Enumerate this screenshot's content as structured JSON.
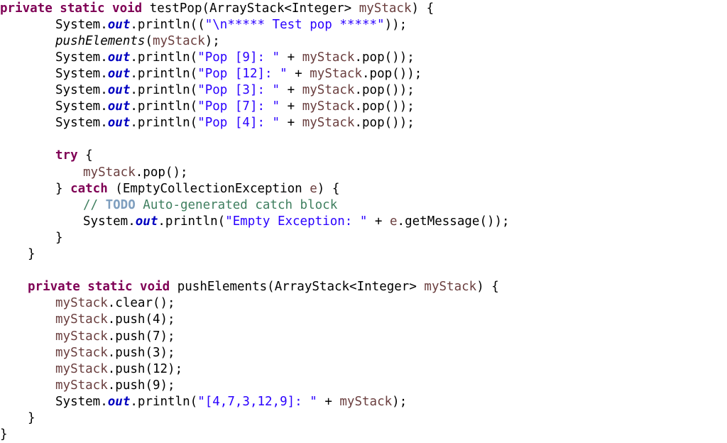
{
  "editor": {
    "lines": [
      {
        "indent": 0,
        "tokens": [
          {
            "t": "private static void",
            "c": "kw"
          },
          {
            "t": " testPop(ArrayStack<Integer> "
          },
          {
            "t": "myStack",
            "c": "var"
          },
          {
            "t": ") {"
          }
        ]
      },
      {
        "indent": 4,
        "tokens": [
          {
            "t": "System."
          },
          {
            "t": "out",
            "c": "fld"
          },
          {
            "t": ".println(("
          },
          {
            "t": "\"\\n***** Test pop *****\"",
            "c": "str"
          },
          {
            "t": "));"
          }
        ]
      },
      {
        "indent": 4,
        "tokens": [
          {
            "t": "pushElements",
            "c": "itl"
          },
          {
            "t": "("
          },
          {
            "t": "myStack",
            "c": "var"
          },
          {
            "t": ");"
          }
        ]
      },
      {
        "indent": 4,
        "tokens": [
          {
            "t": "System."
          },
          {
            "t": "out",
            "c": "fld"
          },
          {
            "t": ".println("
          },
          {
            "t": "\"Pop [9]: \"",
            "c": "str"
          },
          {
            "t": " + "
          },
          {
            "t": "myStack",
            "c": "var"
          },
          {
            "t": ".pop());"
          }
        ]
      },
      {
        "indent": 4,
        "tokens": [
          {
            "t": "System."
          },
          {
            "t": "out",
            "c": "fld"
          },
          {
            "t": ".println("
          },
          {
            "t": "\"Pop [12]: \"",
            "c": "str"
          },
          {
            "t": " + "
          },
          {
            "t": "myStack",
            "c": "var"
          },
          {
            "t": ".pop());"
          }
        ]
      },
      {
        "indent": 4,
        "tokens": [
          {
            "t": "System."
          },
          {
            "t": "out",
            "c": "fld"
          },
          {
            "t": ".println("
          },
          {
            "t": "\"Pop [3]: \"",
            "c": "str"
          },
          {
            "t": " + "
          },
          {
            "t": "myStack",
            "c": "var"
          },
          {
            "t": ".pop());"
          }
        ]
      },
      {
        "indent": 4,
        "tokens": [
          {
            "t": "System."
          },
          {
            "t": "out",
            "c": "fld"
          },
          {
            "t": ".println("
          },
          {
            "t": "\"Pop [7]: \"",
            "c": "str"
          },
          {
            "t": " + "
          },
          {
            "t": "myStack",
            "c": "var"
          },
          {
            "t": ".pop());"
          }
        ]
      },
      {
        "indent": 4,
        "tokens": [
          {
            "t": "System."
          },
          {
            "t": "out",
            "c": "fld"
          },
          {
            "t": ".println("
          },
          {
            "t": "\"Pop [4]: \"",
            "c": "str"
          },
          {
            "t": " + "
          },
          {
            "t": "myStack",
            "c": "var"
          },
          {
            "t": ".pop());"
          }
        ]
      },
      {
        "indent": 0,
        "tokens": []
      },
      {
        "indent": 4,
        "tokens": [
          {
            "t": "try",
            "c": "kw"
          },
          {
            "t": " {"
          }
        ]
      },
      {
        "indent": 6,
        "tokens": [
          {
            "t": "myStack",
            "c": "var"
          },
          {
            "t": ".pop();"
          }
        ]
      },
      {
        "indent": 4,
        "tokens": [
          {
            "t": "} "
          },
          {
            "t": "catch",
            "c": "kw"
          },
          {
            "t": " (EmptyCollectionException "
          },
          {
            "t": "e",
            "c": "var"
          },
          {
            "t": ") {"
          }
        ]
      },
      {
        "indent": 6,
        "tokens": [
          {
            "t": "// ",
            "c": "cmt"
          },
          {
            "t": "TODO",
            "c": "todo"
          },
          {
            "t": " Auto-generated catch block",
            "c": "cmt"
          }
        ]
      },
      {
        "indent": 6,
        "tokens": [
          {
            "t": "System."
          },
          {
            "t": "out",
            "c": "fld"
          },
          {
            "t": ".println("
          },
          {
            "t": "\"Empty Exception: \"",
            "c": "str"
          },
          {
            "t": " + "
          },
          {
            "t": "e",
            "c": "var"
          },
          {
            "t": ".getMessage());"
          }
        ]
      },
      {
        "indent": 4,
        "tokens": [
          {
            "t": "}"
          }
        ]
      },
      {
        "indent": 2,
        "tokens": [
          {
            "t": "}"
          }
        ]
      },
      {
        "indent": 0,
        "tokens": []
      },
      {
        "indent": 2,
        "tokens": [
          {
            "t": "private static void",
            "c": "kw"
          },
          {
            "t": " pushElements(ArrayStack<Integer> "
          },
          {
            "t": "myStack",
            "c": "var"
          },
          {
            "t": ") {"
          }
        ]
      },
      {
        "indent": 4,
        "tokens": [
          {
            "t": "myStack",
            "c": "var"
          },
          {
            "t": ".clear();"
          }
        ]
      },
      {
        "indent": 4,
        "tokens": [
          {
            "t": "myStack",
            "c": "var"
          },
          {
            "t": ".push(4);"
          }
        ]
      },
      {
        "indent": 4,
        "tokens": [
          {
            "t": "myStack",
            "c": "var"
          },
          {
            "t": ".push(7);"
          }
        ]
      },
      {
        "indent": 4,
        "tokens": [
          {
            "t": "myStack",
            "c": "var"
          },
          {
            "t": ".push(3);"
          }
        ]
      },
      {
        "indent": 4,
        "tokens": [
          {
            "t": "myStack",
            "c": "var"
          },
          {
            "t": ".push(12);"
          }
        ]
      },
      {
        "indent": 4,
        "tokens": [
          {
            "t": "myStack",
            "c": "var"
          },
          {
            "t": ".push(9);"
          }
        ]
      },
      {
        "indent": 4,
        "tokens": [
          {
            "t": "System."
          },
          {
            "t": "out",
            "c": "fld"
          },
          {
            "t": ".println("
          },
          {
            "t": "\"[4,7,3,12,9]: \"",
            "c": "str"
          },
          {
            "t": " + "
          },
          {
            "t": "myStack",
            "c": "var"
          },
          {
            "t": ");"
          }
        ]
      },
      {
        "indent": 2,
        "tokens": [
          {
            "t": "}"
          }
        ]
      },
      {
        "indent": 0,
        "tokens": [
          {
            "t": "}"
          }
        ]
      }
    ]
  }
}
